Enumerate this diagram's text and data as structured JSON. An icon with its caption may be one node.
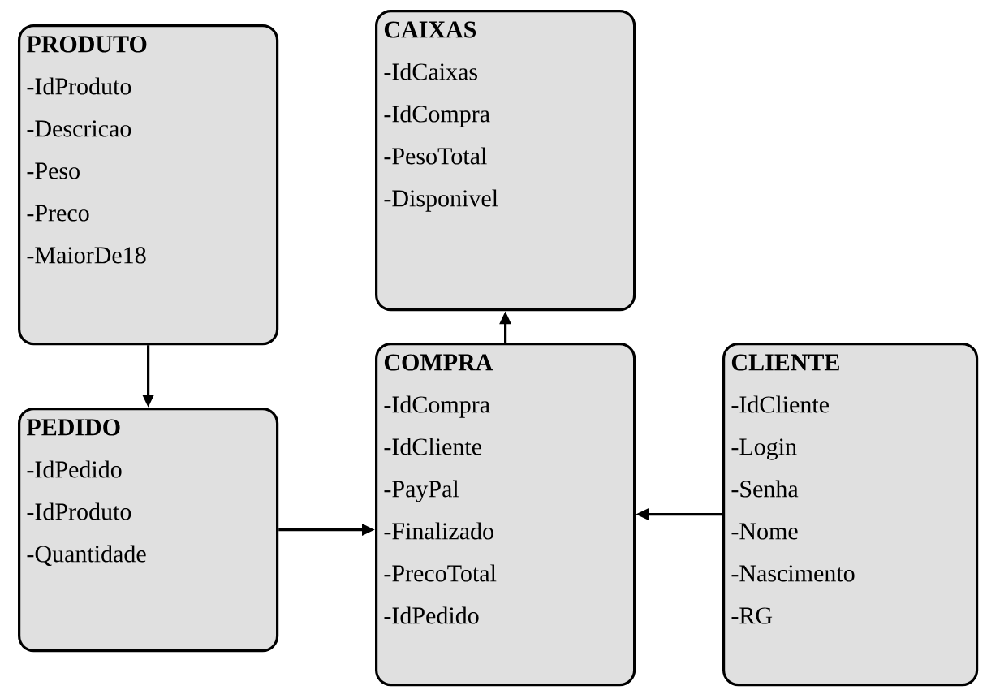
{
  "diagram": {
    "nodes": [
      {
        "text": [
          "PRODUTO",
          "-IdProduto",
          "-Descricao",
          "-Peso",
          "-Preco",
          "-MaiorDe18"
        ]
      },
      {
        "text": [
          "PEDIDO",
          "-IdPedido",
          "-IdProduto",
          "-Quantidade"
        ]
      },
      {
        "text": [
          "CAIXAS",
          "-IdCaixas",
          "-IdCompra",
          "-PesoTotal",
          "-Disponivel"
        ]
      },
      {
        "text": [
          "COMPRA",
          "-IdCompra",
          "-IdCliente",
          "-PayPal",
          "-Finalizado",
          "-PrecoTotal",
          "-IdPedido"
        ]
      },
      {
        "text": [
          "CLIENTE",
          "-IdCliente",
          "-Login",
          "-Senha",
          "-Nome",
          "-Nascimento",
          "-RG"
        ]
      }
    ],
    "edges": [
      {
        "from": 0,
        "to": 1,
        "arrow": "to"
      },
      {
        "from": 1,
        "to": 3,
        "arrow": "to"
      },
      {
        "from": 3,
        "to": 2,
        "arrow": "to"
      },
      {
        "from": 4,
        "to": 3,
        "arrow": "to"
      }
    ]
  }
}
